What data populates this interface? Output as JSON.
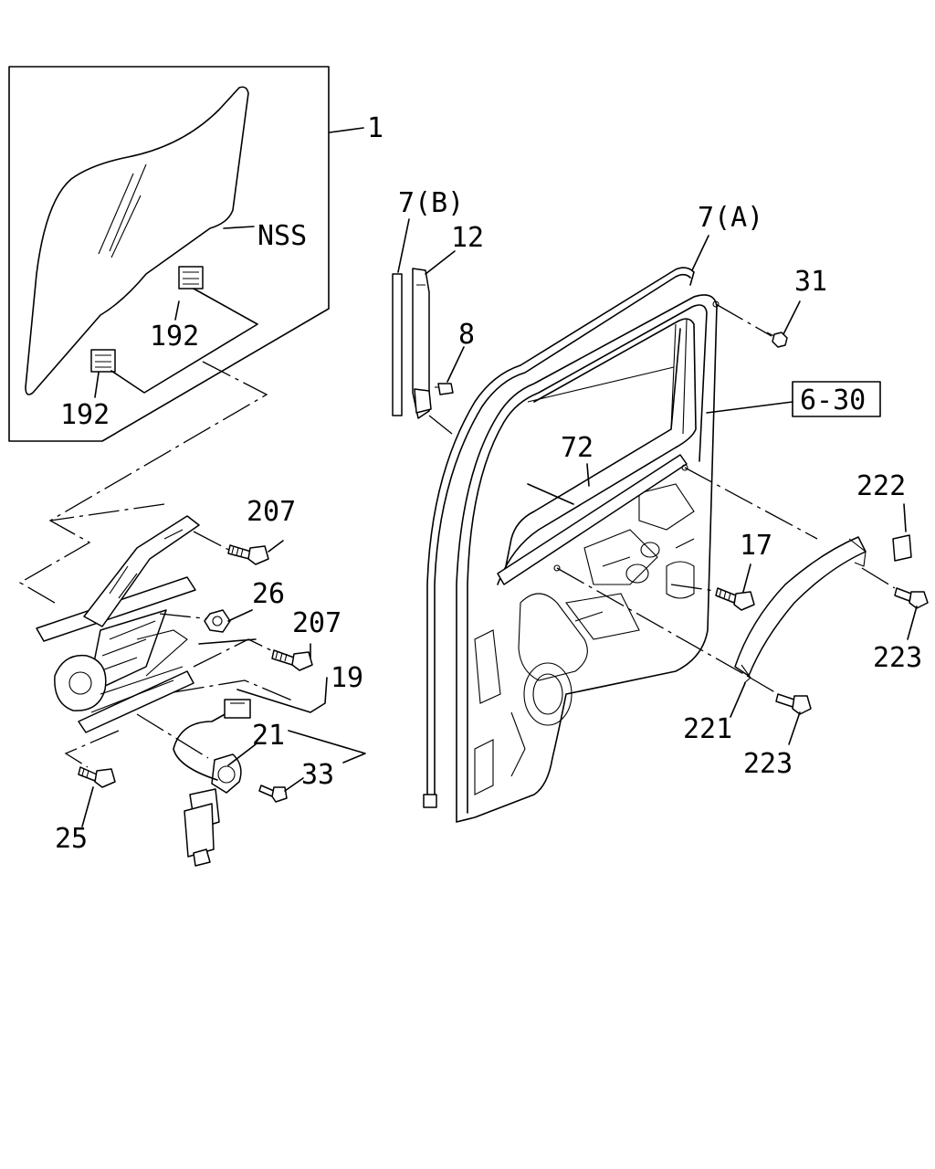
{
  "diagram": {
    "callouts": {
      "c1": "1",
      "c_nss": "NSS",
      "c192a": "192",
      "c192b": "192",
      "c7b": "7(B)",
      "c12": "12",
      "c8": "8",
      "c7a": "7(A)",
      "c31": "31",
      "c6_30": "6-30",
      "c72": "72",
      "c222": "222",
      "c207a": "207",
      "c26": "26",
      "c207b": "207",
      "c19": "19",
      "c17": "17",
      "c223a": "223",
      "c21": "21",
      "c33": "33",
      "c221": "221",
      "c223b": "223",
      "c25": "25"
    }
  }
}
